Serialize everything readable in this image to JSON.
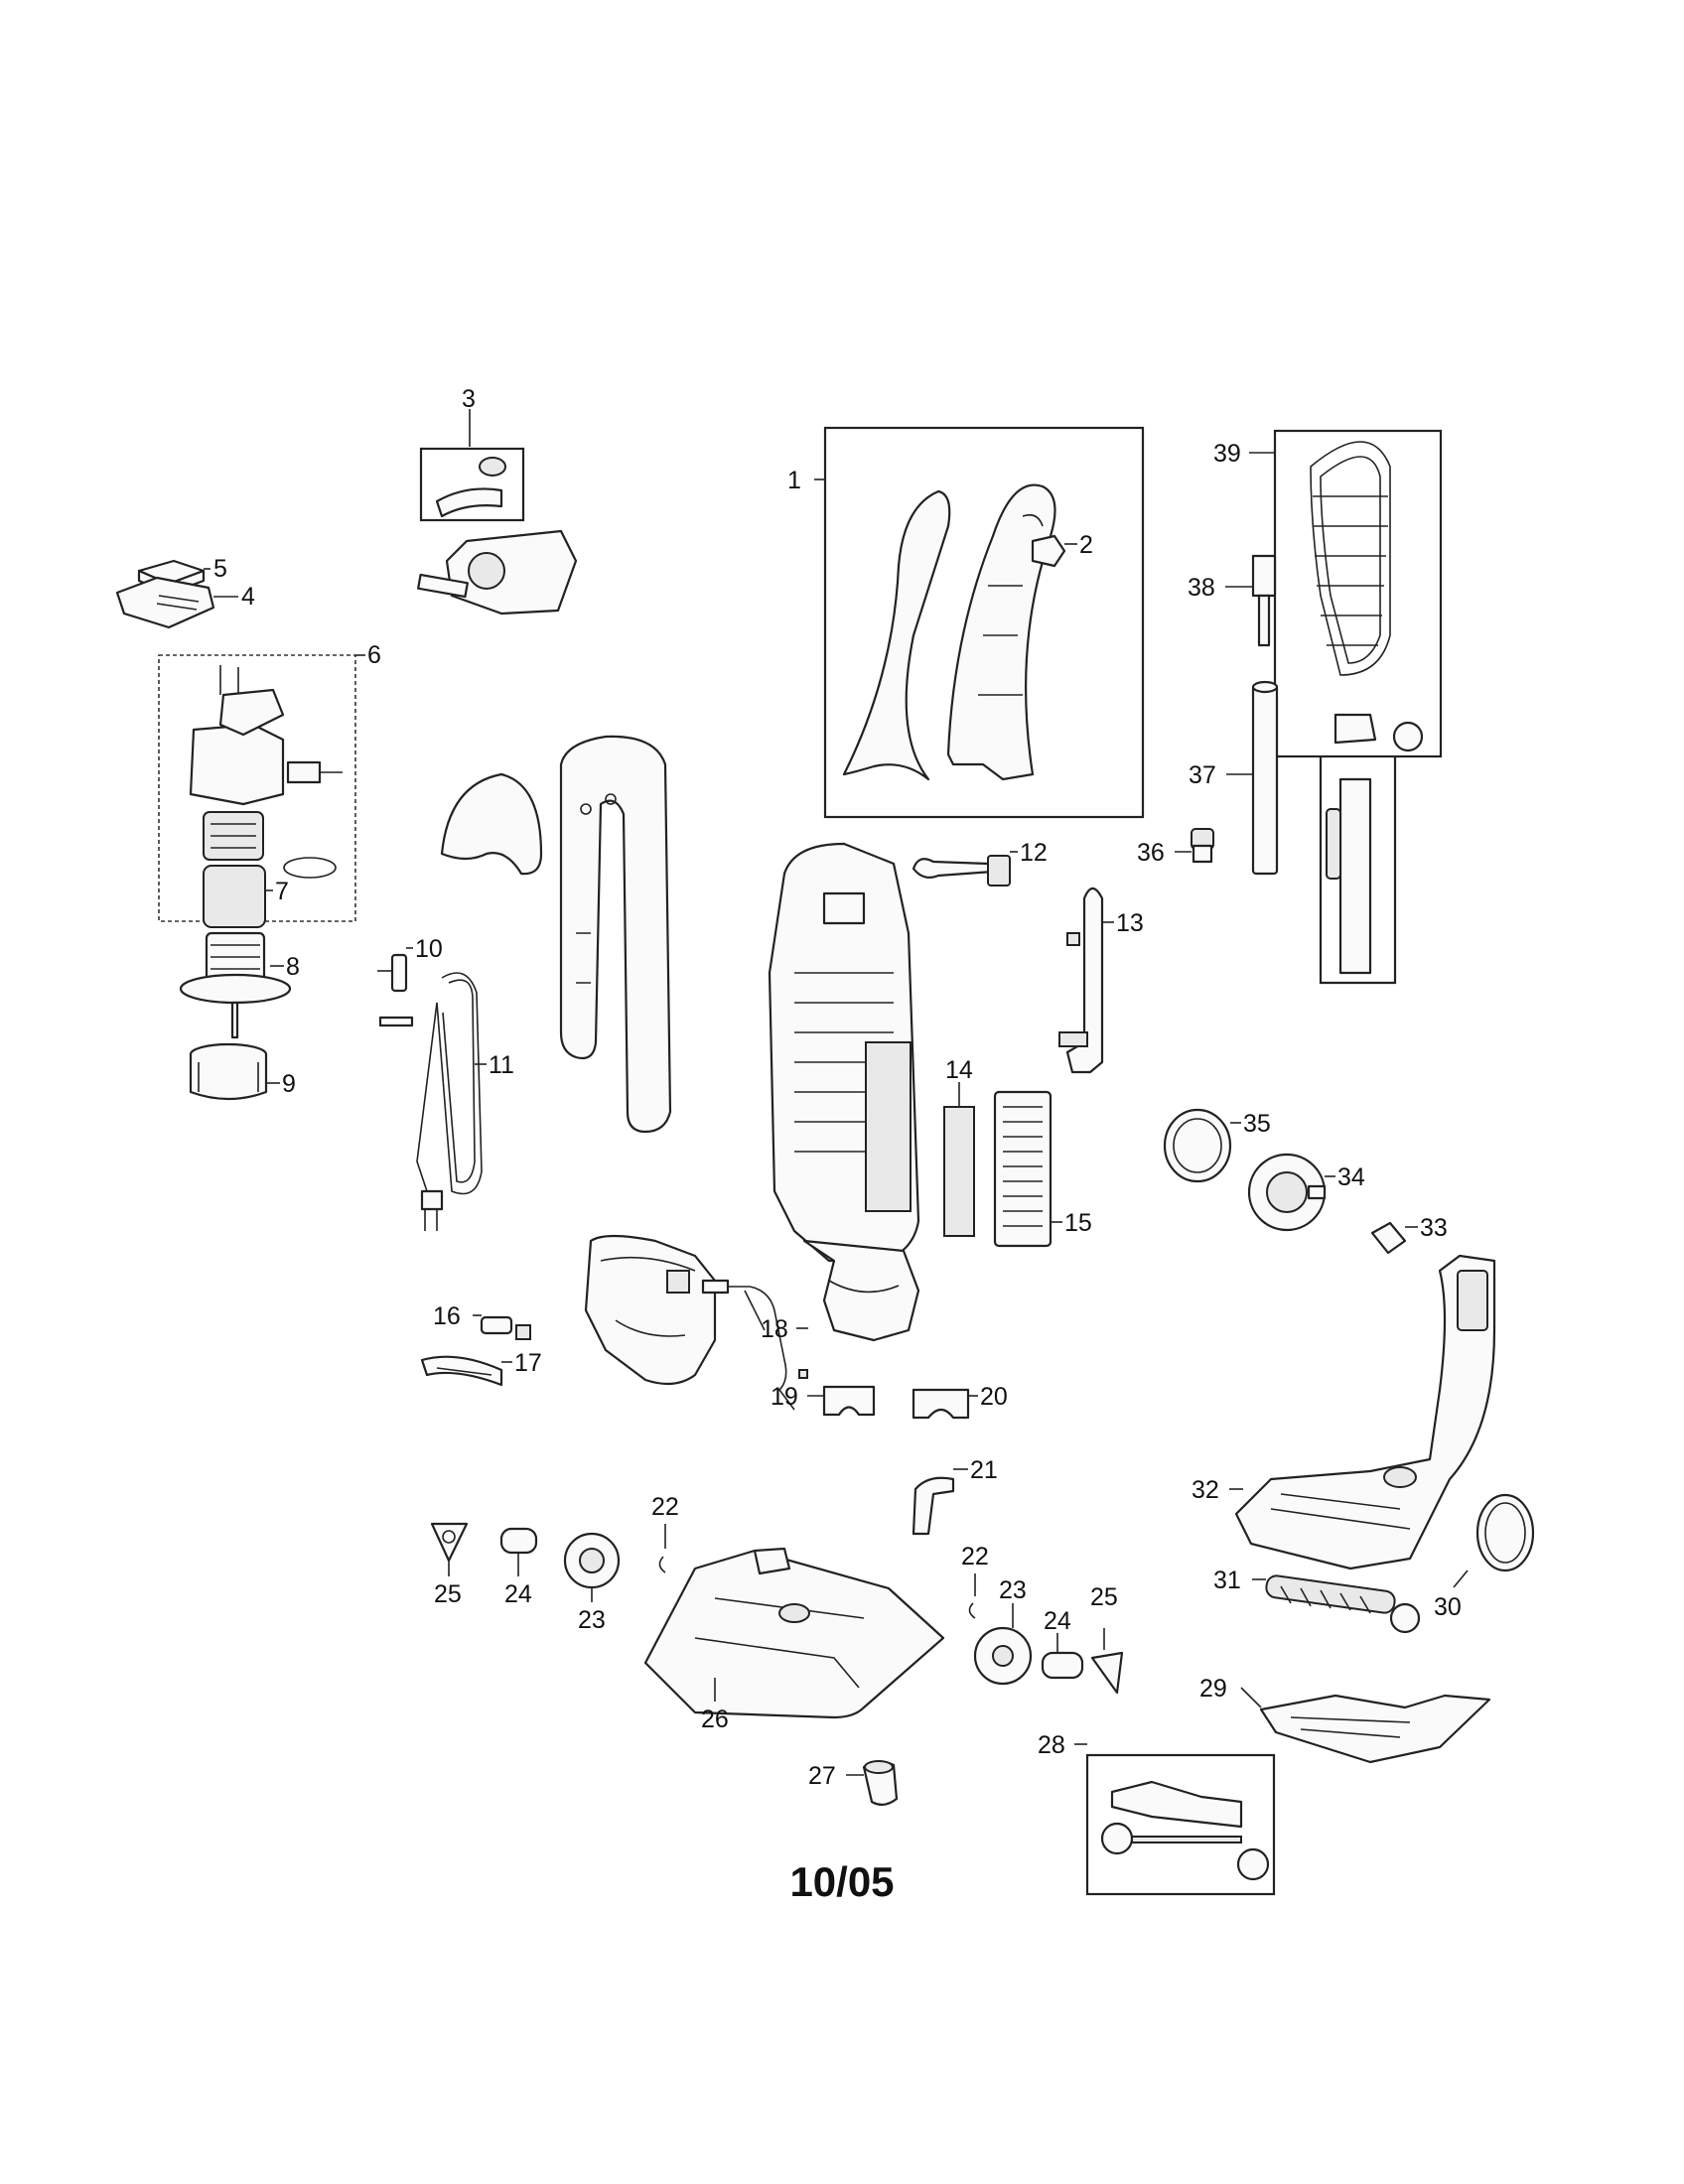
{
  "footer": "10/05",
  "callouts": {
    "c1": "1",
    "c2": "2",
    "c3": "3",
    "c4": "4",
    "c5": "5",
    "c6": "6",
    "c7": "7",
    "c8": "8",
    "c9": "9",
    "c10": "10",
    "c11": "11",
    "c12": "12",
    "c13": "13",
    "c14": "14",
    "c15": "15",
    "c16": "16",
    "c17": "17",
    "c18": "18",
    "c19": "19",
    "c20": "20",
    "c21": "21",
    "c22a": "22",
    "c22b": "22",
    "c23a": "23",
    "c23b": "23",
    "c24a": "24",
    "c24b": "24",
    "c25a": "25",
    "c25b": "25",
    "c26": "26",
    "c27": "27",
    "c28": "28",
    "c29": "29",
    "c30": "30",
    "c31": "31",
    "c32": "32",
    "c33": "33",
    "c34": "34",
    "c35": "35",
    "c36": "36",
    "c37": "37",
    "c38": "38",
    "c39": "39"
  }
}
